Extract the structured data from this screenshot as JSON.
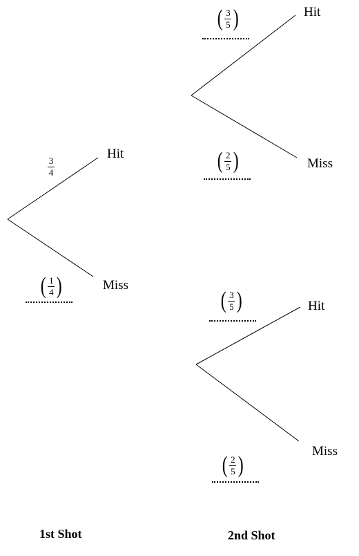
{
  "stages": {
    "first": "1st Shot",
    "second": "2nd Shot"
  },
  "first_shot": {
    "hit": {
      "label": "Hit",
      "prob_num": "3",
      "prob_den": "4"
    },
    "miss": {
      "label": "Miss",
      "prob_num": "1",
      "prob_den": "4"
    }
  },
  "second_shot_after_hit": {
    "hit": {
      "label": "Hit",
      "prob_num": "3",
      "prob_den": "5"
    },
    "miss": {
      "label": "Miss",
      "prob_num": "2",
      "prob_den": "5"
    }
  },
  "second_shot_after_miss": {
    "hit": {
      "label": "Hit",
      "prob_num": "3",
      "prob_den": "5"
    },
    "miss": {
      "label": "Miss",
      "prob_num": "2",
      "prob_den": "5"
    }
  }
}
